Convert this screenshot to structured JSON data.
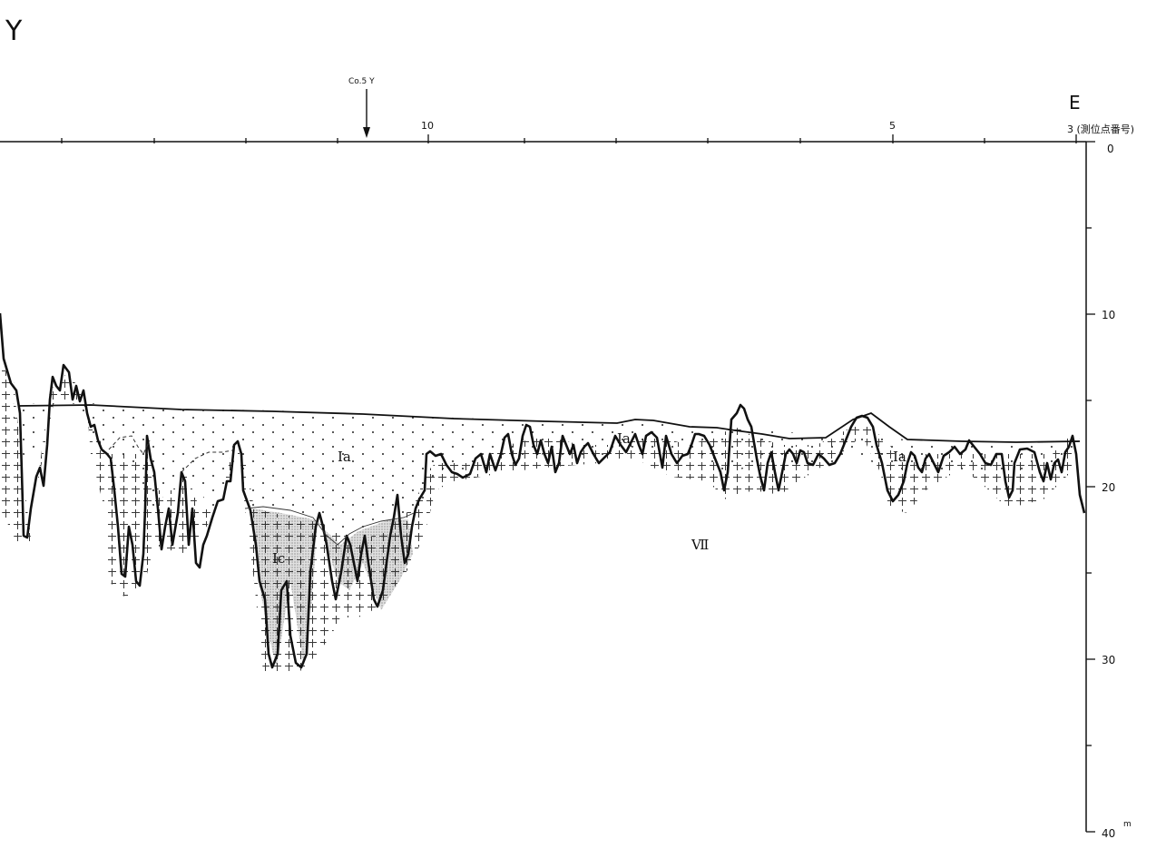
{
  "title": "Y",
  "end_label": "E",
  "marker": {
    "label": "Co.5 Y"
  },
  "top_axis": {
    "caption": "3 (測位点番号)",
    "labels": [
      "10",
      "5"
    ]
  },
  "depth_axis": {
    "ticks": [
      "0",
      "10",
      "20",
      "30"
    ],
    "last_value": "40",
    "unit": "m"
  },
  "units": {
    "Ia_1": "Ia",
    "Ia_2": "Ia",
    "Ia_3": "Ia",
    "Ic": "Ic",
    "VII": "Ⅶ"
  },
  "colors": {
    "line": "#111111",
    "fill_Ic": "#d2d2d2"
  }
}
